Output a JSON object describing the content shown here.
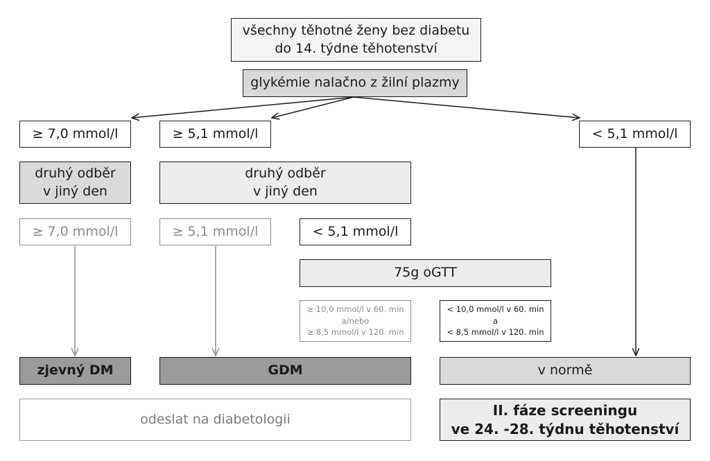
{
  "top": {
    "line1": "všechny těhotné ženy bez diabetu",
    "line2": "do 14. týdne těhotenství"
  },
  "fasting_test": "glykémie nalačno z žilní plazmy",
  "first_results": {
    "high": "≥ 7,0 mmol/l",
    "elevated": "≥ 5,1 mmol/l",
    "normal": "< 5,1 mmol/l"
  },
  "repeat_test_left": {
    "line1": "druhý odběr",
    "line2": "v jiný den"
  },
  "repeat_test_mid": {
    "line1": "druhý odběr",
    "line2": "v jiný den"
  },
  "second_results": {
    "high": "≥ 7,0 mmol/l",
    "elevated": "≥ 5,1 mmol/l",
    "normal": "< 5,1 mmol/l"
  },
  "ogtt": "75g oGTT",
  "ogtt_pathologic": {
    "line1": "≥ 10,0 mmol/l v 60. min",
    "line2": "a/nebo",
    "line3": "≥ 8,5 mmol/l v 120. min"
  },
  "ogtt_normal": {
    "line1": "< 10,0 mmol/l v 60. min",
    "line2": "a",
    "line3": "< 8,5 mmol/l v 120. min"
  },
  "outcomes": {
    "overt_dm": "zjevný DM",
    "gdm": "GDM",
    "normal": "v normě"
  },
  "referral": "odeslat na diabetologii",
  "second_phase": {
    "line1": "II. fáze screeningu",
    "line2": "ve 24. -28. týdnu těhotenství"
  },
  "colors": {
    "border": "#1a1a1a",
    "muted": "#8a8a8a",
    "fill_light": "#ececec",
    "fill_mid": "#d9d9d9",
    "fill_dark": "#9b9b9b"
  }
}
